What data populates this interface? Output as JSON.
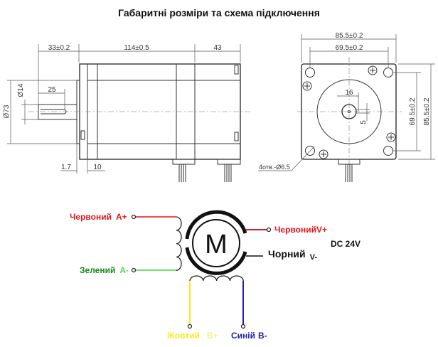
{
  "title": "Габаритні розміри та схема підключення",
  "side_view": {
    "dim_shaft_length": "33±0.2",
    "dim_body_length": "114±0.5",
    "dim_rear": "43",
    "dim_diameter": "Ø73",
    "dim_shaft_diameter": "Ø14",
    "dim_key_length": "25",
    "dim_flange": "1.7",
    "dim_front_cap": "10"
  },
  "front_view": {
    "dim_outer_width": "85.5±0.2",
    "dim_hole_spacing_h": "69.5±0.2",
    "dim_hole_spacing_v": "69.5±0.2",
    "dim_outer_height": "85.5±0.2",
    "dim_shaft": "16",
    "dim_flat": "5",
    "holes_note": "4отв.-Ø6.5"
  },
  "wiring": {
    "motor_label": "M",
    "a_plus": {
      "color_name": "Червоний",
      "pin": "A+",
      "color": "#e8141c"
    },
    "a_minus": {
      "color_name": "Зелений",
      "pin": "A-",
      "color": "#1a8a1a",
      "pin_color": "#5ad35a"
    },
    "v_plus": {
      "color_name": "Червоний",
      "pin": "V+",
      "color": "#e8141c"
    },
    "v_minus": {
      "color_name": "Чорний",
      "pin": "V-",
      "color": "#111111"
    },
    "b_plus": {
      "color_name": "Жовтий",
      "pin": "B+",
      "color": "#f2ee22",
      "pin_color": "#f6ef8a"
    },
    "b_minus": {
      "color_name": "Синій",
      "pin": "B-",
      "color": "#2222aa"
    },
    "supply": "DC 24V"
  }
}
